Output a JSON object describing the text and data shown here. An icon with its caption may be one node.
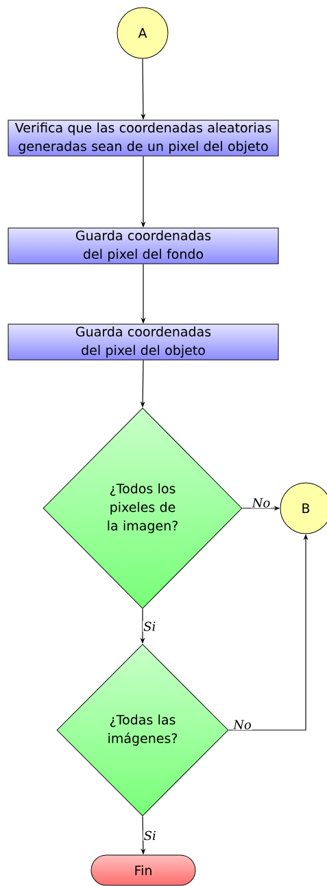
{
  "diagram": {
    "nodes": [
      {
        "text": [
          "A"
        ]
      },
      {
        "text": [
          "Verifica que las coordenadas aleatorias generadas sean de un pixel del objeto"
        ]
      },
      {
        "text": [
          "Guarda coordenadas del pixel del fondo"
        ]
      },
      {
        "text": [
          "Guarda coordenadas del pixel del objeto"
        ]
      },
      {
        "text": [
          "¿Todos los pixeles de la imagen?"
        ]
      },
      {
        "text": [
          "B"
        ]
      },
      {
        "text": [
          "¿Todas las imágenes?"
        ]
      },
      {
        "text": [
          "Fin"
        ]
      }
    ],
    "edges": [
      {
        "from": 0,
        "to": 1,
        "arrow": "to"
      },
      {
        "from": 1,
        "to": 2,
        "arrow": "to"
      },
      {
        "from": 2,
        "to": 3,
        "arrow": "to"
      },
      {
        "from": 3,
        "to": 4,
        "arrow": "to"
      },
      {
        "from": 4,
        "to": 5,
        "arrow": "to",
        "label": "No"
      },
      {
        "from": 4,
        "to": 6,
        "arrow": "to",
        "label": "Si"
      },
      {
        "from": 6,
        "to": 5,
        "arrow": "to",
        "label": "No"
      },
      {
        "from": 6,
        "to": 7,
        "arrow": "to",
        "label": "Si"
      }
    ]
  }
}
